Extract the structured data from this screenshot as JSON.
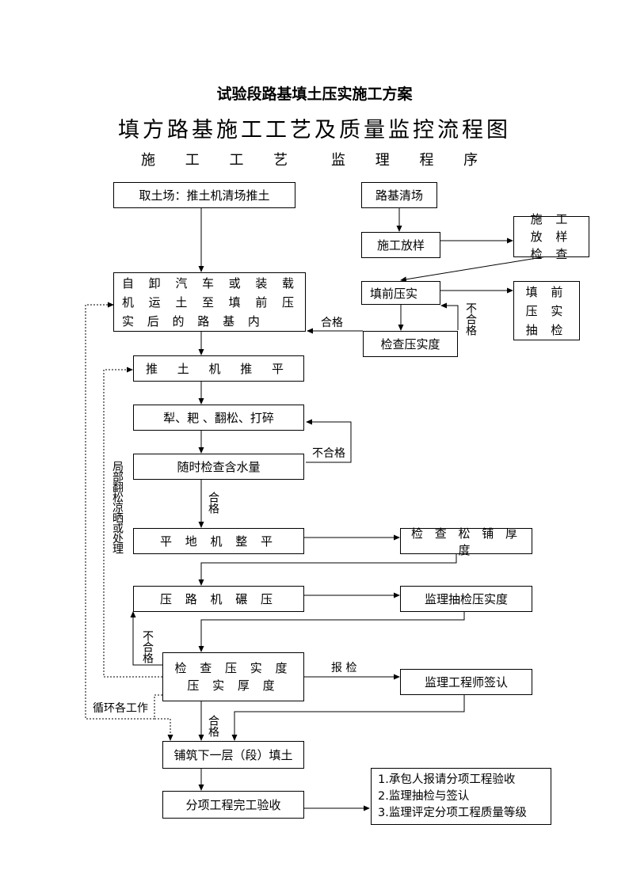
{
  "title": "试验段路基填土压实施工方案",
  "subtitle": "填方路基施工工艺及质量监控流程图",
  "columns": {
    "left": "施 工 工 艺",
    "right": "监 理 程 序"
  },
  "boxes": {
    "b_quan": "取土场：推土机清场推土",
    "b_luji": "路基清场",
    "b_fangyang": "施工放样",
    "b_fangyang_check": "施 工 放 样 检 查",
    "b_xie": "自 卸 汽 车 或 装 载 机 运 土 至 填 前 压 实 后 的 路 基 内",
    "b_tianqian": "填前压实",
    "b_tianqian_check": "填 前 压 实 抽 检",
    "b_jiancha_midu": "检查压实度",
    "b_tuiping": "推 土 机 推 平",
    "b_li": "犁、耙 、翻松、打碎",
    "b_hanshui": "随时检查含水量",
    "b_pingdi": "平 地 机 整 平",
    "b_songpu": "检 查 松 铺 厚 度",
    "b_nianya": "压 路 机 碾 压",
    "b_choujian": "监理抽检压实度",
    "b_jiancha_houdu": "检 查 压 实 度 压 实 厚 度",
    "b_qianren": "监理工程师签认",
    "b_xiayiceng": "铺筑下一层（段）填土",
    "b_yanshou": "分项工程完工验收",
    "b_list": [
      "1.承包人报请分项工程验收",
      "2.监理抽检与签认",
      "3.监理评定分项工程质量等级"
    ]
  },
  "labels": {
    "hege1": "合格",
    "buhege1": "不合格",
    "buhege2": "不合格",
    "hege2": "合格",
    "jubu": "局部翻松凉晒或处理",
    "buhege3": "不合格",
    "baojian": "报 检",
    "xunhuan": "循环各工作",
    "hege3": "合格"
  }
}
